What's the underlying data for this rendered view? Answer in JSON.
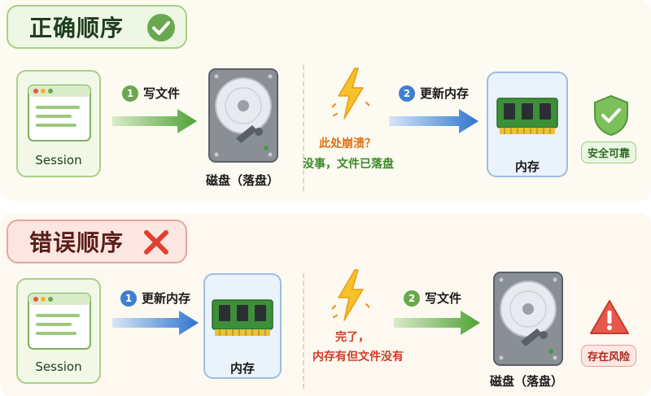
{
  "correct": {
    "title": "正确顺序",
    "session_label": "Session",
    "step1": {
      "num": "1",
      "label": "写文件"
    },
    "disk_label": "磁盘（落盘）",
    "crash_question": "此处崩溃？",
    "crash_result": "没事，文件已落盘",
    "step2": {
      "num": "2",
      "label": "更新内存"
    },
    "memory_label": "内存",
    "badge": "安全可靠"
  },
  "wrong": {
    "title": "错误顺序",
    "session_label": "Session",
    "step1": {
      "num": "1",
      "label": "更新内存"
    },
    "memory_label": "内存",
    "crash_line1": "完了，",
    "crash_line2": "内存有但文件没有",
    "step2": {
      "num": "2",
      "label": "写文件"
    },
    "disk_label": "磁盘（落盘）",
    "badge": "存在风险"
  },
  "colors": {
    "green_arrow": "#5fae3f",
    "blue_arrow": "#3f7fd1",
    "check_green": "#6aa84f",
    "cross_red": "#e0412e",
    "bolt_yellow": "#f6c12b"
  },
  "icons": [
    "check-circle-icon",
    "cross-icon",
    "session-window-icon",
    "hard-disk-icon",
    "memory-chip-icon",
    "lightning-icon",
    "shield-check-icon",
    "warning-triangle-icon"
  ]
}
